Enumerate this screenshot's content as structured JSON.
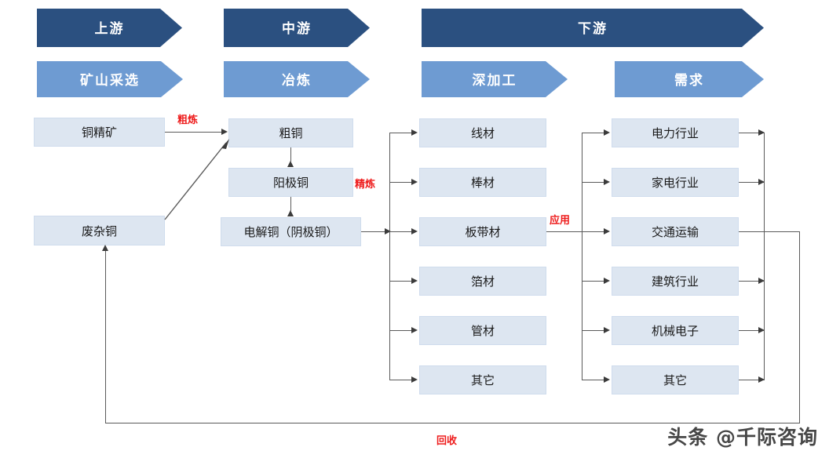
{
  "diagram": {
    "title_tiers": [
      {
        "label": "上游",
        "tone": "dark"
      },
      {
        "label": "中游",
        "tone": "dark"
      },
      {
        "label": "下游",
        "tone": "dark"
      }
    ],
    "stage_tiers": [
      {
        "label": "矿山采选",
        "tone": "light"
      },
      {
        "label": "冶炼",
        "tone": "light"
      },
      {
        "label": "深加工",
        "tone": "light"
      },
      {
        "label": "需求",
        "tone": "light"
      }
    ],
    "columns": {
      "upstream": {
        "nodes": [
          {
            "label": "铜精矿"
          },
          {
            "label": "废杂铜"
          }
        ]
      },
      "smelting": {
        "nodes": [
          {
            "label": "粗铜"
          },
          {
            "label": "阳极铜"
          },
          {
            "label": "电解铜（阴极铜）"
          }
        ]
      },
      "processing": {
        "nodes": [
          {
            "label": "线材"
          },
          {
            "label": "棒材"
          },
          {
            "label": "板带材"
          },
          {
            "label": "箔材"
          },
          {
            "label": "管材"
          },
          {
            "label": "其它"
          }
        ]
      },
      "demand": {
        "nodes": [
          {
            "label": "电力行业"
          },
          {
            "label": "家电行业"
          },
          {
            "label": "交通运输"
          },
          {
            "label": "建筑行业"
          },
          {
            "label": "机械电子"
          },
          {
            "label": "其它"
          }
        ]
      }
    },
    "edge_labels": [
      {
        "label": "粗炼"
      },
      {
        "label": "精炼"
      },
      {
        "label": "应用"
      },
      {
        "label": "回收"
      }
    ],
    "watermark": "头条 @千际咨询",
    "colors": {
      "tier_dark": "#2b5080",
      "tier_light": "#6e9bd2",
      "node_fill": "#dde6f1",
      "node_border": "#cfdced",
      "connector": "#5a5a5a",
      "annotation_red": "#ee1c1c",
      "background": "#ffffff"
    }
  }
}
